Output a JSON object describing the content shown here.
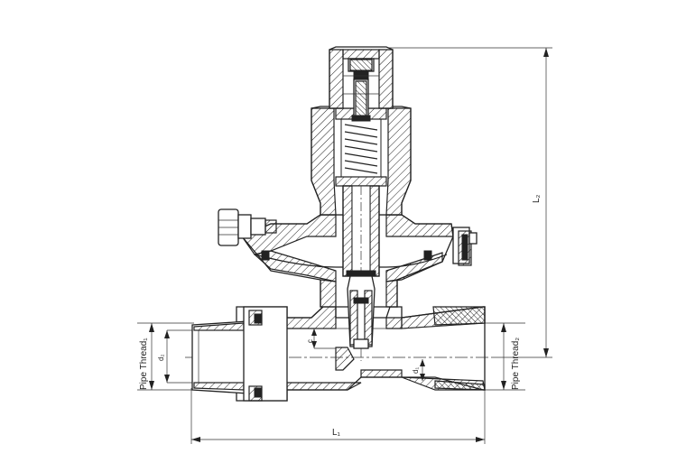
{
  "labels": {
    "pipe_thread_1": "Pipe Thread₁",
    "pipe_thread_2": "Pipe Thread₂",
    "d2": "d₂",
    "d1": "d₁",
    "c": "c",
    "l1": "L₁",
    "l2": "L₂"
  }
}
